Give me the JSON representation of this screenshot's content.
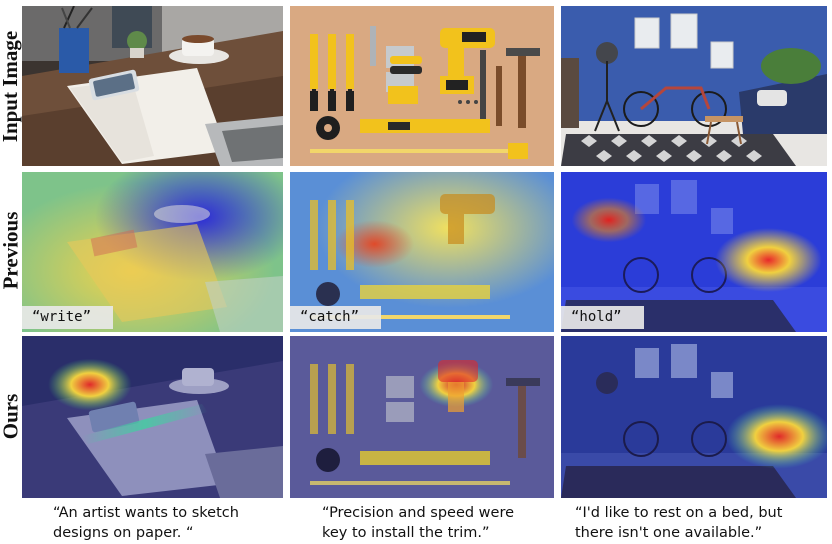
{
  "rows": [
    {
      "label": "Input Image"
    },
    {
      "label": "Previous"
    },
    {
      "label": "Ours"
    }
  ],
  "columns": [
    {
      "scene": "desk",
      "previous_chip": "“write”",
      "caption": "“An artist wants to sketch\ndesigns on paper. “"
    },
    {
      "scene": "tools",
      "previous_chip": "“catch”",
      "caption": "“Precision and speed were\nkey to install the trim.”"
    },
    {
      "scene": "living-room",
      "previous_chip": "“hold”",
      "caption": "“I'd like to rest on a bed, but\nthere isn't one available.”"
    }
  ]
}
